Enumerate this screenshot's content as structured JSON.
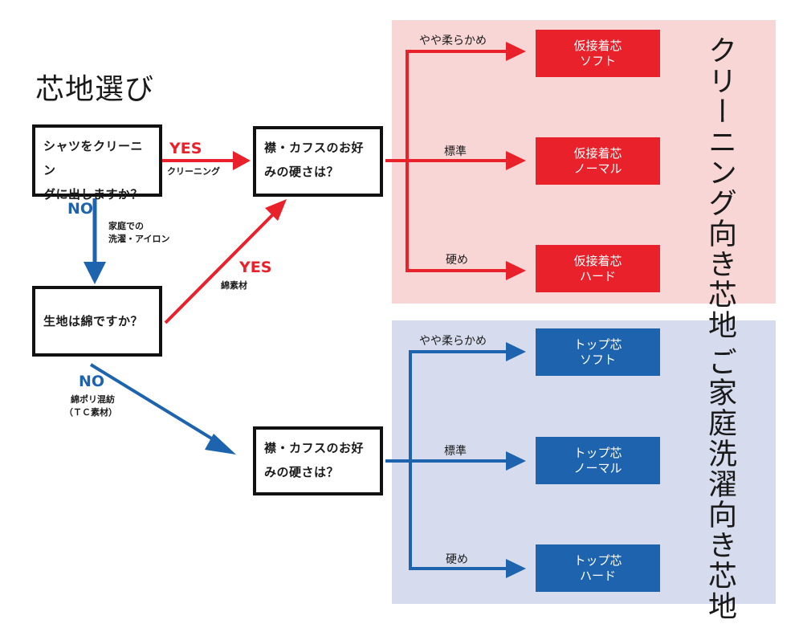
{
  "title": "芯地選び",
  "colors": {
    "red": "#e8212a",
    "blue": "#1d63ad",
    "pink_panel": "#f9d6d6",
    "blue_panel": "#d6dcee"
  },
  "q1": {
    "line1": "シャツをクリーニン",
    "line2": "グに出しますか？"
  },
  "q2": {
    "line1": "生地は綿ですか？"
  },
  "q3": {
    "line1": "襟・カフスのお好",
    "line2": "み の 硬さは ？"
  },
  "q4": {
    "line1": "襟・カフスのお好",
    "line2": "みの硬さは？"
  },
  "yes1": {
    "label": "YES",
    "sub": "クリーニング"
  },
  "no1": {
    "label": "NO",
    "sub1": "家庭での",
    "sub2": "洗濯・アイロン"
  },
  "yes2": {
    "label": "YES",
    "sub": "綿素材"
  },
  "no2": {
    "label": "NO",
    "sub1": "綿ポリ混紡",
    "sub2": "（ＴＣ素材）"
  },
  "choices": {
    "soft": "やや柔らかめ",
    "normal": "標準",
    "hard": "硬め"
  },
  "red_results": [
    {
      "line1": "仮接着芯",
      "line2": "ソフト"
    },
    {
      "line1": "仮接着芯",
      "line2": "ノーマル"
    },
    {
      "line1": "仮接着芯",
      "line2": "ハード"
    }
  ],
  "blue_results": [
    {
      "line1": "トップ芯",
      "line2": "ソフト"
    },
    {
      "line1": "トップ芯",
      "line2": "ノーマル"
    },
    {
      "line1": "トップ芯",
      "line2": "ハード"
    }
  ],
  "red_group_title": "クリーニング向き芯地",
  "blue_group_title": "ご家庭洗濯向き芯地"
}
